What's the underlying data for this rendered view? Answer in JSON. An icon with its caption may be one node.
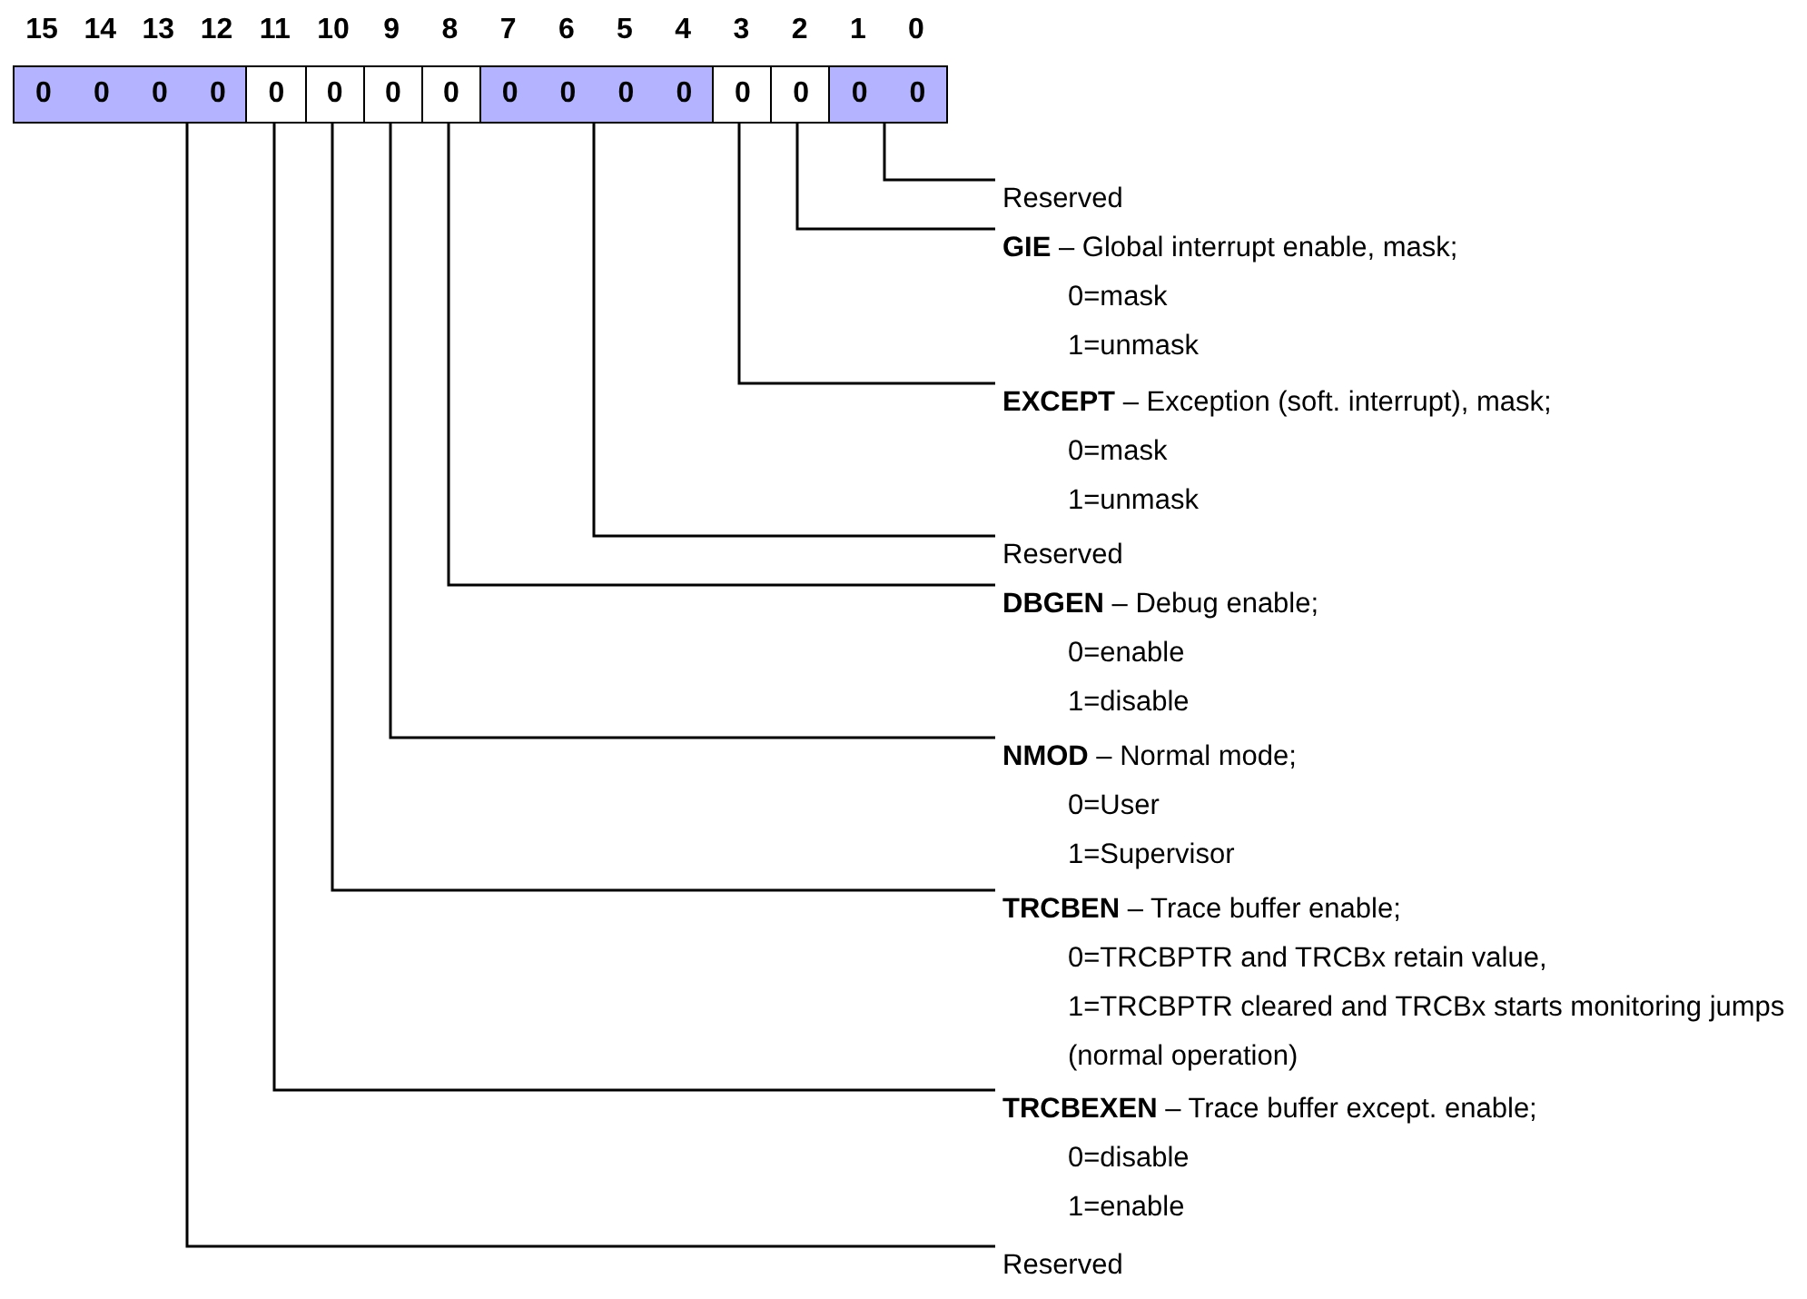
{
  "diagram": {
    "nodes": [
      {
        "text": [
          "0",
          "0",
          "0",
          "0"
        ]
      },
      {
        "text": [
          "0"
        ]
      },
      {
        "text": [
          "0"
        ]
      },
      {
        "text": [
          "0"
        ]
      },
      {
        "text": [
          "0"
        ]
      },
      {
        "text": [
          "0",
          "0",
          "0",
          "0"
        ]
      },
      {
        "text": [
          "0"
        ]
      },
      {
        "text": [
          "0"
        ]
      },
      {
        "text": [
          "0",
          "0"
        ]
      },
      {
        "text": [
          "Reserved"
        ]
      },
      {
        "text": [
          "**GIE** – Global interrupt enable, mask;",
          "0=mask",
          "1=unmask"
        ]
      },
      {
        "text": [
          "**EXCEPT** – Exception (soft. interrupt), mask;",
          "0=mask",
          "1=unmask"
        ]
      },
      {
        "text": [
          "Reserved"
        ]
      },
      {
        "text": [
          "**DBGEN** – Debug enable;",
          "0=enable",
          "1=disable"
        ]
      },
      {
        "text": [
          "**NMOD** – Normal mode;",
          "0=User",
          "1=Supervisor"
        ]
      },
      {
        "text": [
          "**TRCBEN** – Trace buffer enable;",
          "0=TRCBPTR and TRCBx retain value,",
          "1=TRCBPTR cleared and TRCBx starts monitoring jumps (normal operation)"
        ]
      },
      {
        "text": [
          "**TRCBEXEN** – Trace buffer except. enable;",
          "0=disable",
          "1=enable"
        ]
      },
      {
        "text": [
          "Reserved"
        ]
      }
    ],
    "edges": [
      {
        "from": 8,
        "to": 9,
        "arrow": "none"
      },
      {
        "from": 7,
        "to": 10,
        "arrow": "none"
      },
      {
        "from": 6,
        "to": 11,
        "arrow": "none"
      },
      {
        "from": 5,
        "to": 12,
        "arrow": "none"
      },
      {
        "from": 4,
        "to": 13,
        "arrow": "none"
      },
      {
        "from": 3,
        "to": 14,
        "arrow": "none"
      },
      {
        "from": 2,
        "to": 15,
        "arrow": "none"
      },
      {
        "from": 1,
        "to": 16,
        "arrow": "none"
      },
      {
        "from": 0,
        "to": 17,
        "arrow": "none"
      }
    ],
    "labels": [
      "15",
      "14",
      "13",
      "12",
      "11",
      "10",
      "9",
      "8",
      "7",
      "6",
      "5",
      "4",
      "3",
      "2",
      "1",
      "0"
    ]
  }
}
